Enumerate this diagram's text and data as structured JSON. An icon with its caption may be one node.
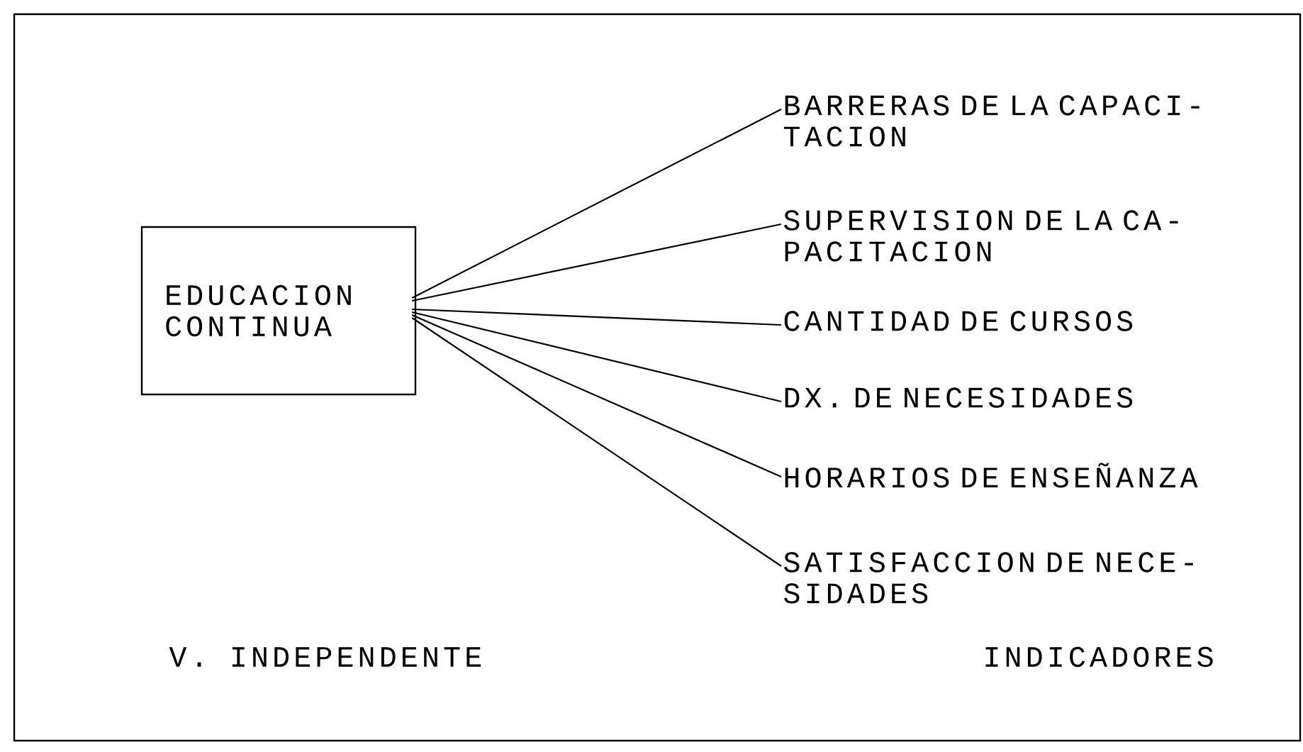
{
  "diagram": {
    "nodes": [
      {
        "text": [
          "EDUCACION CONTINUA"
        ]
      },
      {
        "text": [
          "BARRERAS DE LA CAPACI- TACION"
        ]
      },
      {
        "text": [
          "SUPERVISION DE LA CA- PACITACION"
        ]
      },
      {
        "text": [
          "CANTIDAD DE CURSOS"
        ]
      },
      {
        "text": [
          "DX. DE NECESIDADES"
        ]
      },
      {
        "text": [
          "HORARIOS DE ENSEÑANZA"
        ]
      },
      {
        "text": [
          "SATISFACCION DE NECE- SIDADES"
        ]
      }
    ],
    "edges": [
      {
        "from": 0,
        "to": 1,
        "arrow": "none"
      },
      {
        "from": 0,
        "to": 2,
        "arrow": "none"
      },
      {
        "from": 0,
        "to": 3,
        "arrow": "none"
      },
      {
        "from": 0,
        "to": 4,
        "arrow": "none"
      },
      {
        "from": 0,
        "to": 5,
        "arrow": "none"
      },
      {
        "from": 0,
        "to": 6,
        "arrow": "none"
      }
    ],
    "labels": [
      "V. INDEPENDENTE",
      "INDICADORES"
    ]
  }
}
